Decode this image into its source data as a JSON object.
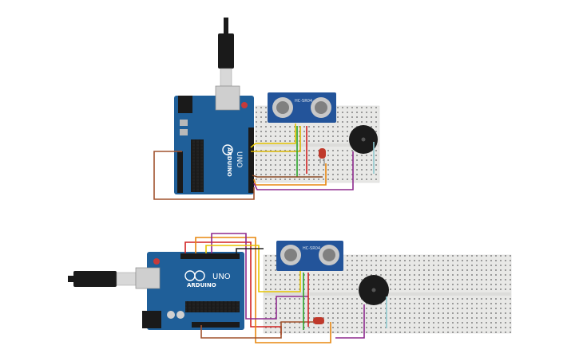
{
  "circuits": [
    {
      "board_brand": "ARDUINO",
      "board_model": "UNO",
      "sensor_label": "HC-SR04",
      "wires": [
        "brown",
        "yellow",
        "green",
        "red",
        "orange",
        "purple"
      ],
      "components": [
        "arduino-uno",
        "ultrasonic-sensor",
        "breadboard",
        "buzzer",
        "led-red",
        "usb-cable"
      ]
    },
    {
      "board_brand": "ARDUINO",
      "board_model": "UNO",
      "sensor_label": "HC-SR04",
      "wires": [
        "brown",
        "yellow",
        "green",
        "red",
        "orange",
        "purple"
      ],
      "components": [
        "arduino-uno",
        "ultrasonic-sensor",
        "breadboard",
        "buzzer",
        "led-red",
        "usb-cable"
      ]
    }
  ],
  "colors": {
    "board": "#1f5f99",
    "board_dark": "#174a79",
    "sensor": "#23549a",
    "breadboard": "#e8e8e6",
    "wire_brown": "#a0522d",
    "wire_yellow": "#e5c400",
    "wire_green": "#2aa52a",
    "wire_red": "#d22222",
    "wire_orange": "#e8870f",
    "wire_purple": "#8e2a8e",
    "buzzer": "#1b1b1b",
    "led": "#c0392b"
  }
}
